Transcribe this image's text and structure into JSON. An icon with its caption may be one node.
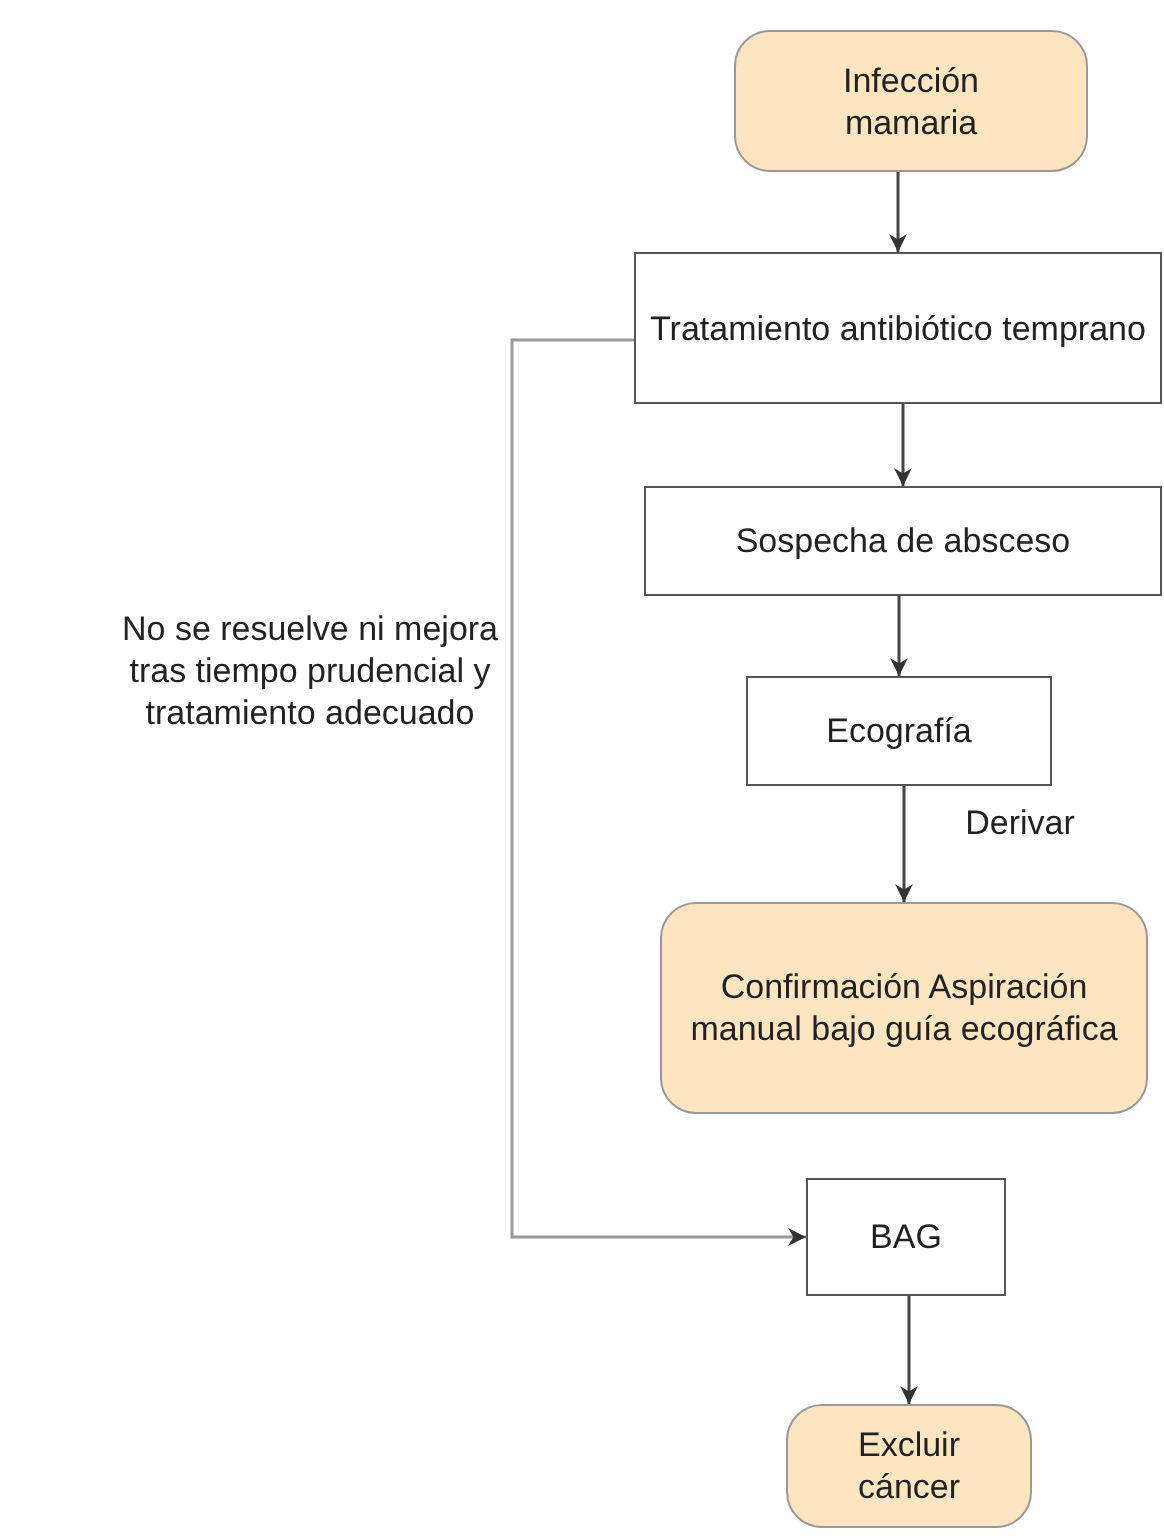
{
  "diagram": {
    "nodes": [
      {
        "text": [
          "Infección mamaria"
        ]
      },
      {
        "text": [
          "Tratamiento antibiótico temprano"
        ]
      },
      {
        "text": [
          "Sospecha de absceso"
        ]
      },
      {
        "text": [
          "Ecografía"
        ]
      },
      {
        "text": [
          "Confirmación Aspiración manual bajo guía ecográfica"
        ]
      },
      {
        "text": [
          "BAG"
        ]
      },
      {
        "text": [
          "Excluir cáncer"
        ]
      }
    ],
    "edges": [
      {
        "from": 0,
        "to": 1,
        "arrow": "to"
      },
      {
        "from": 1,
        "to": 2,
        "arrow": "to"
      },
      {
        "from": 2,
        "to": 3,
        "arrow": "to"
      },
      {
        "from": 3,
        "to": 4,
        "arrow": "to",
        "label": "Derivar"
      },
      {
        "from": 1,
        "to": 5,
        "arrow": "to",
        "label": "No se resuelve ni mejora tras tiempo prudencial y tratamiento adecuado"
      },
      {
        "from": 5,
        "to": 6,
        "arrow": "to"
      }
    ]
  }
}
